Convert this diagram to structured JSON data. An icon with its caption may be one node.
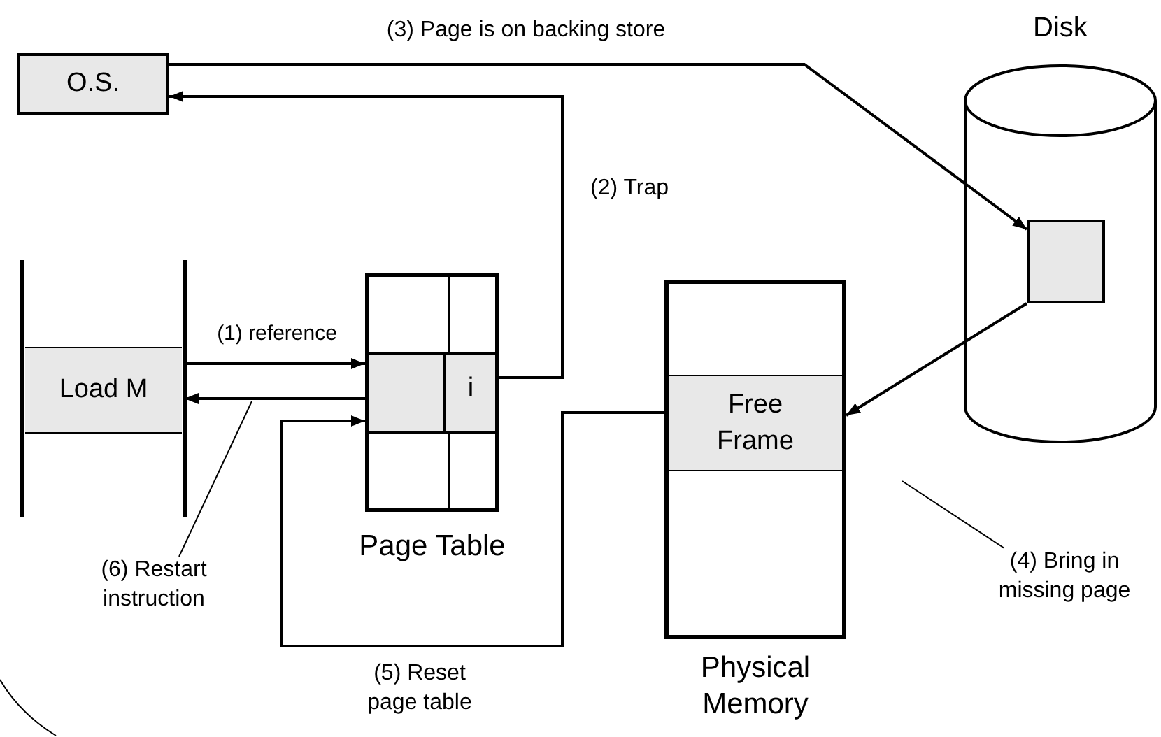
{
  "diagram": {
    "nodes": [
      {
        "text": [
          "O.S."
        ]
      },
      {
        "text": [
          "Load M"
        ]
      },
      {
        "text": [
          "Page Table"
        ]
      },
      {
        "text": [
          "i"
        ],
        "in": 2
      },
      {
        "text": [
          "Physical Memory"
        ]
      },
      {
        "text": [
          "Free Frame"
        ],
        "in": 4
      },
      {
        "text": [
          "Disk"
        ]
      },
      {
        "text": [],
        "shape": "box",
        "in": 6
      },
      {
        "text": [
          "(6) Restart instruction"
        ]
      },
      {
        "text": [
          "(4) Bring in missing page"
        ]
      }
    ],
    "edges": [
      {
        "from": 1,
        "to": 3,
        "arrow": "to",
        "label": "(1) reference"
      },
      {
        "from": 3,
        "to": 0,
        "arrow": "to",
        "label": "(2) Trap"
      },
      {
        "from": 0,
        "to": 7,
        "arrow": "to",
        "label": "(3) Page is on backing store"
      },
      {
        "from": 7,
        "to": 5,
        "arrow": "to"
      },
      {
        "from": 5,
        "to": 3,
        "arrow": "to",
        "label": "(5) Reset page table"
      },
      {
        "from": 3,
        "to": 1,
        "arrow": "to"
      },
      {
        "from": 8,
        "to": null,
        "arrow": "none"
      },
      {
        "from": 9,
        "to": null,
        "arrow": "none"
      }
    ]
  }
}
